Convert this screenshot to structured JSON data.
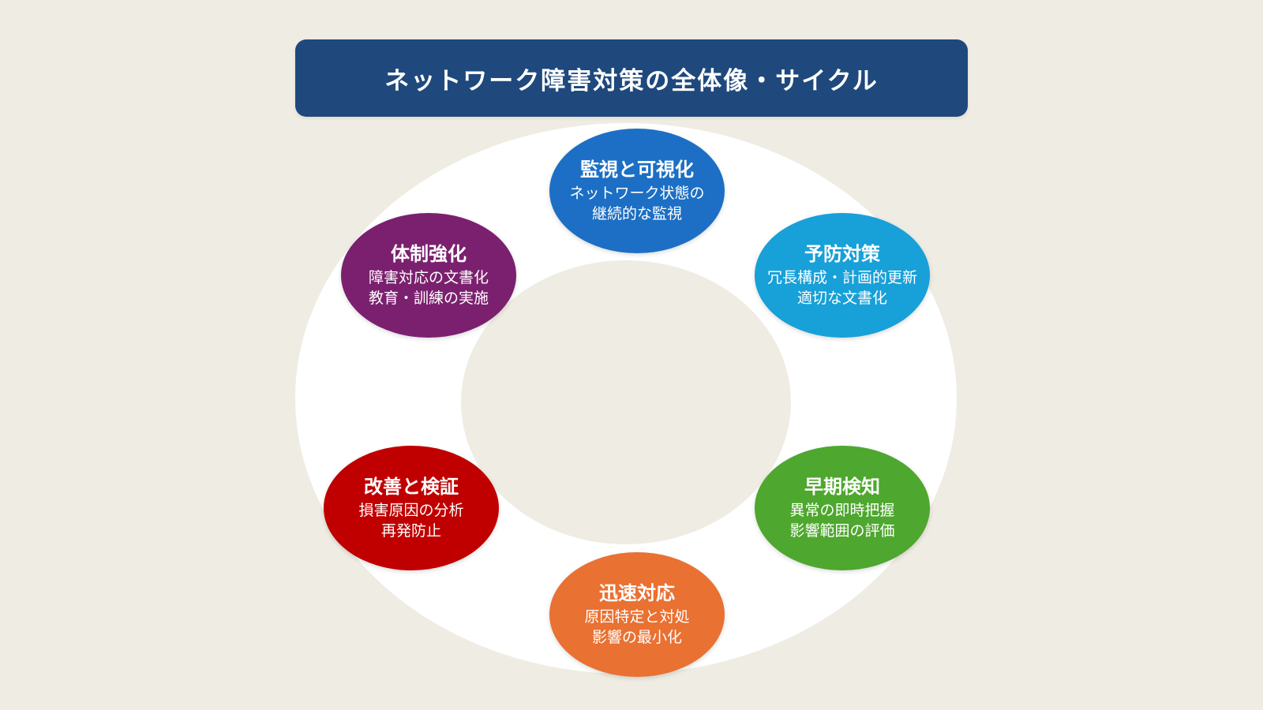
{
  "title": {
    "text": "ネットワーク障害対策の全体像・サイクル",
    "color": "#1f497d"
  },
  "nodes": [
    {
      "key": "monitoring",
      "title": "監視と可視化",
      "lines": [
        "ネットワーク状態の",
        "継続的な監視"
      ],
      "color": "#1c6fc4"
    },
    {
      "key": "prevention",
      "title": "予防対策",
      "lines": [
        "冗長構成・計画的更新",
        "適切な文書化"
      ],
      "color": "#18a0d8"
    },
    {
      "key": "detection",
      "title": "早期検知",
      "lines": [
        "異常の即時把握",
        "影響範囲の評価"
      ],
      "color": "#4ea72e"
    },
    {
      "key": "response",
      "title": "迅速対応",
      "lines": [
        "原因特定と対処",
        "影響の最小化"
      ],
      "color": "#e97132"
    },
    {
      "key": "improvement",
      "title": "改善と検証",
      "lines": [
        "損害原因の分析",
        "再発防止"
      ],
      "color": "#c00000"
    },
    {
      "key": "organization",
      "title": "体制強化",
      "lines": [
        "障害対応の文書化",
        "教育・訓練の実施"
      ],
      "color": "#7b206f"
    }
  ]
}
